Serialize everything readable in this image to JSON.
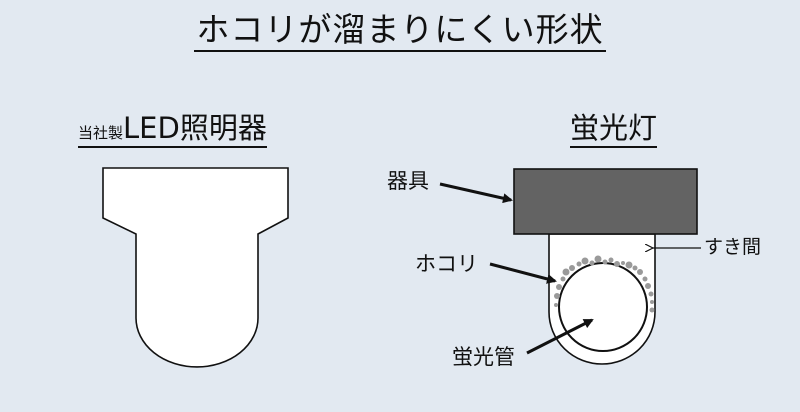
{
  "title": "ホコリが溜まりにくい形状",
  "left_caption": {
    "prefix": "当社製",
    "main": "LED照明器"
  },
  "right_caption": "蛍光灯",
  "labels": {
    "fixture": "器具",
    "dust": "ホコリ",
    "tube": "蛍光管",
    "gap": "すき間"
  },
  "colors": {
    "background": "#e2e9f1",
    "fixture_fill": "#636363",
    "shape_fill": "#ffffff",
    "dust": "#9a9a9a",
    "outline": "#111111"
  }
}
